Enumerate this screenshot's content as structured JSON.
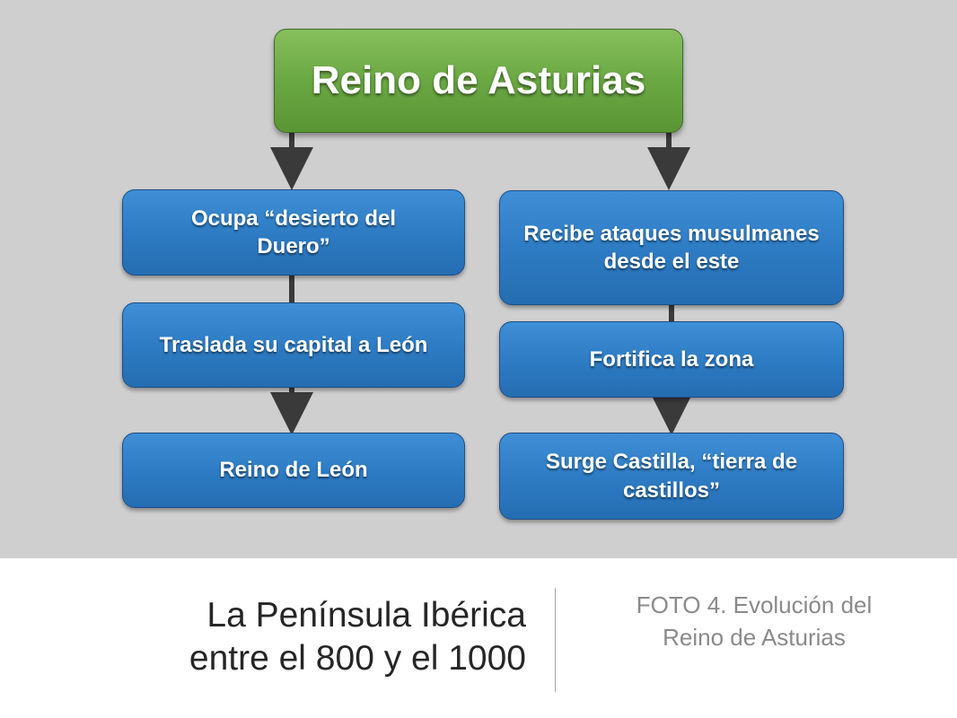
{
  "diagram": {
    "root": "Reino de Asturias",
    "left_branch": [
      "Ocupa “desierto del Duero”",
      "Traslada su capital a León",
      "Reino de León"
    ],
    "right_branch": [
      "Recibe ataques musulmanes desde el este",
      "Fortifica la zona",
      "Surge Castilla, “tierra de castillos”"
    ]
  },
  "footer": {
    "title_line1": "La Península Ibérica",
    "title_line2": "entre el 800 y el 1000",
    "caption_line1": "FOTO 4. Evolución del",
    "caption_line2": "Reino de Asturias"
  },
  "colors": {
    "diagram_background": "#cfcfcf",
    "root_fill": "#6aa843",
    "node_fill": "#2e7cc4",
    "arrow": "#3a3a3a",
    "title_text": "#262626",
    "caption_text": "#8a8a8a"
  }
}
